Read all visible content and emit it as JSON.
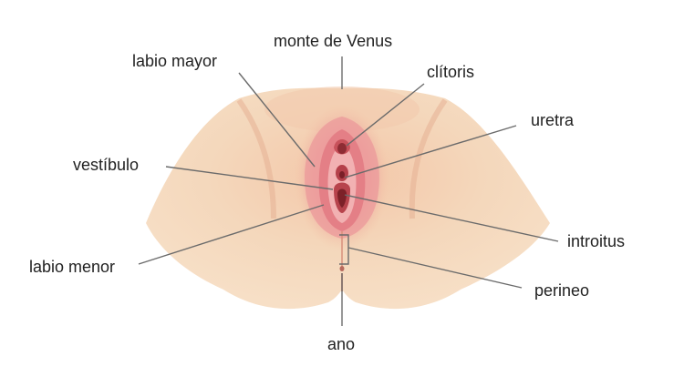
{
  "colors": {
    "skin_light": "#f6dcc0",
    "skin_mid": "#e9b590",
    "skin_shadow": "#d48f78",
    "mucosa": "#e47f86",
    "mucosa_light": "#f3b3b4",
    "mucosa_dark": "#a8363e",
    "leader_line": "#6b6b6b",
    "label_text": "#222222"
  },
  "labels": {
    "monte_de_venus": "monte de Venus",
    "labio_mayor": "labio mayor",
    "clitoris": "clítoris",
    "uretra": "uretra",
    "vestibulo": "vestíbulo",
    "introitus": "introitus",
    "labio_menor": "labio menor",
    "perineo": "perineo",
    "ano": "ano"
  }
}
